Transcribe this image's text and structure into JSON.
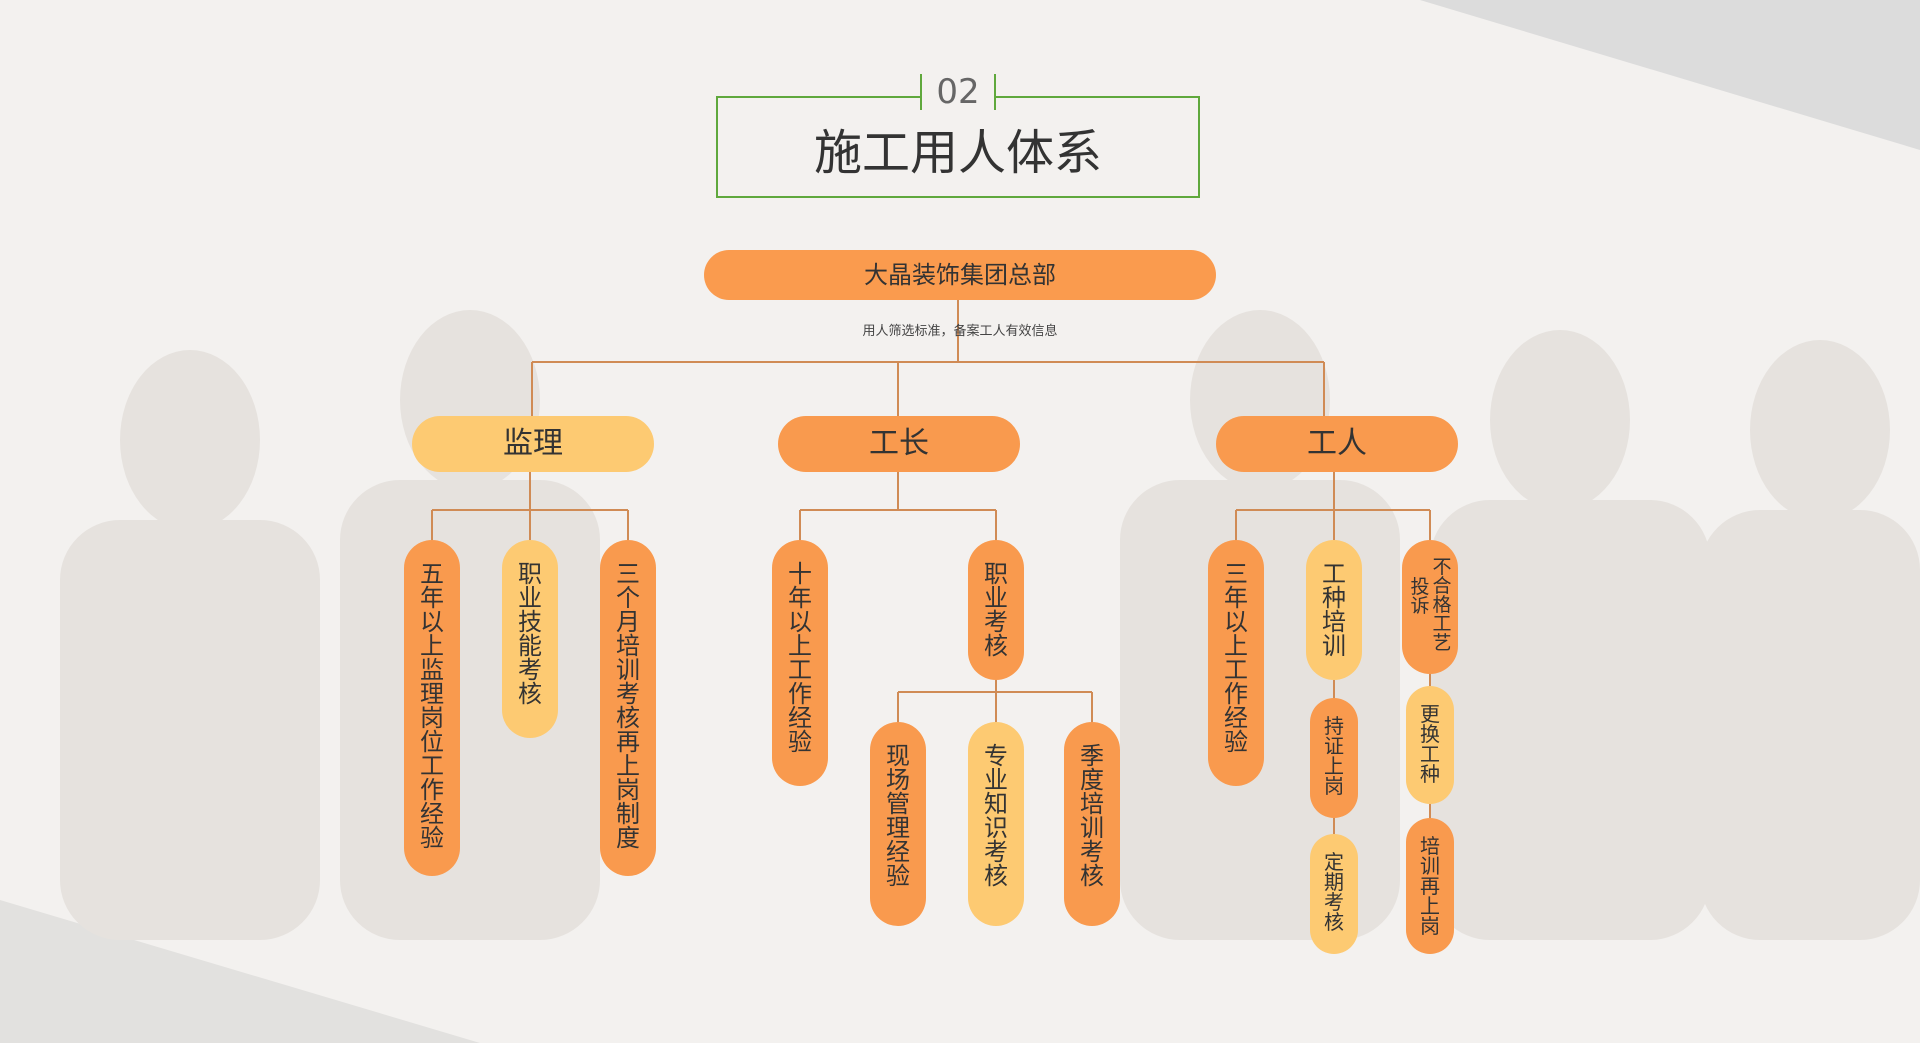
{
  "title": {
    "number": "02",
    "text": "施工用人体系"
  },
  "root": {
    "label": "大晶装饰集团总部",
    "note": "用人筛选标准，备案工人有效信息"
  },
  "colors": {
    "orange": "#f99a4e",
    "yellow": "#fdca72",
    "line": "#d08b55",
    "green": "#5fa83c"
  },
  "categories": [
    {
      "label": "监理",
      "items": [
        "五年以上监理岗位工作经验",
        "职业技能考核",
        "三个月培训考核再上岗制度"
      ]
    },
    {
      "label": "工长",
      "items": [
        "十年以上工作经验",
        "职业考核"
      ],
      "sub": [
        "现场管理经验",
        "专业知识考核",
        "季度培训考核"
      ]
    },
    {
      "label": "工人",
      "items": [
        "三年以上工作经验",
        "工种培训",
        "不合格工艺",
        "投诉"
      ],
      "chain1": [
        "持证上岗",
        "定期考核"
      ],
      "chain2": [
        "更换工种",
        "培训再上岗"
      ]
    }
  ]
}
